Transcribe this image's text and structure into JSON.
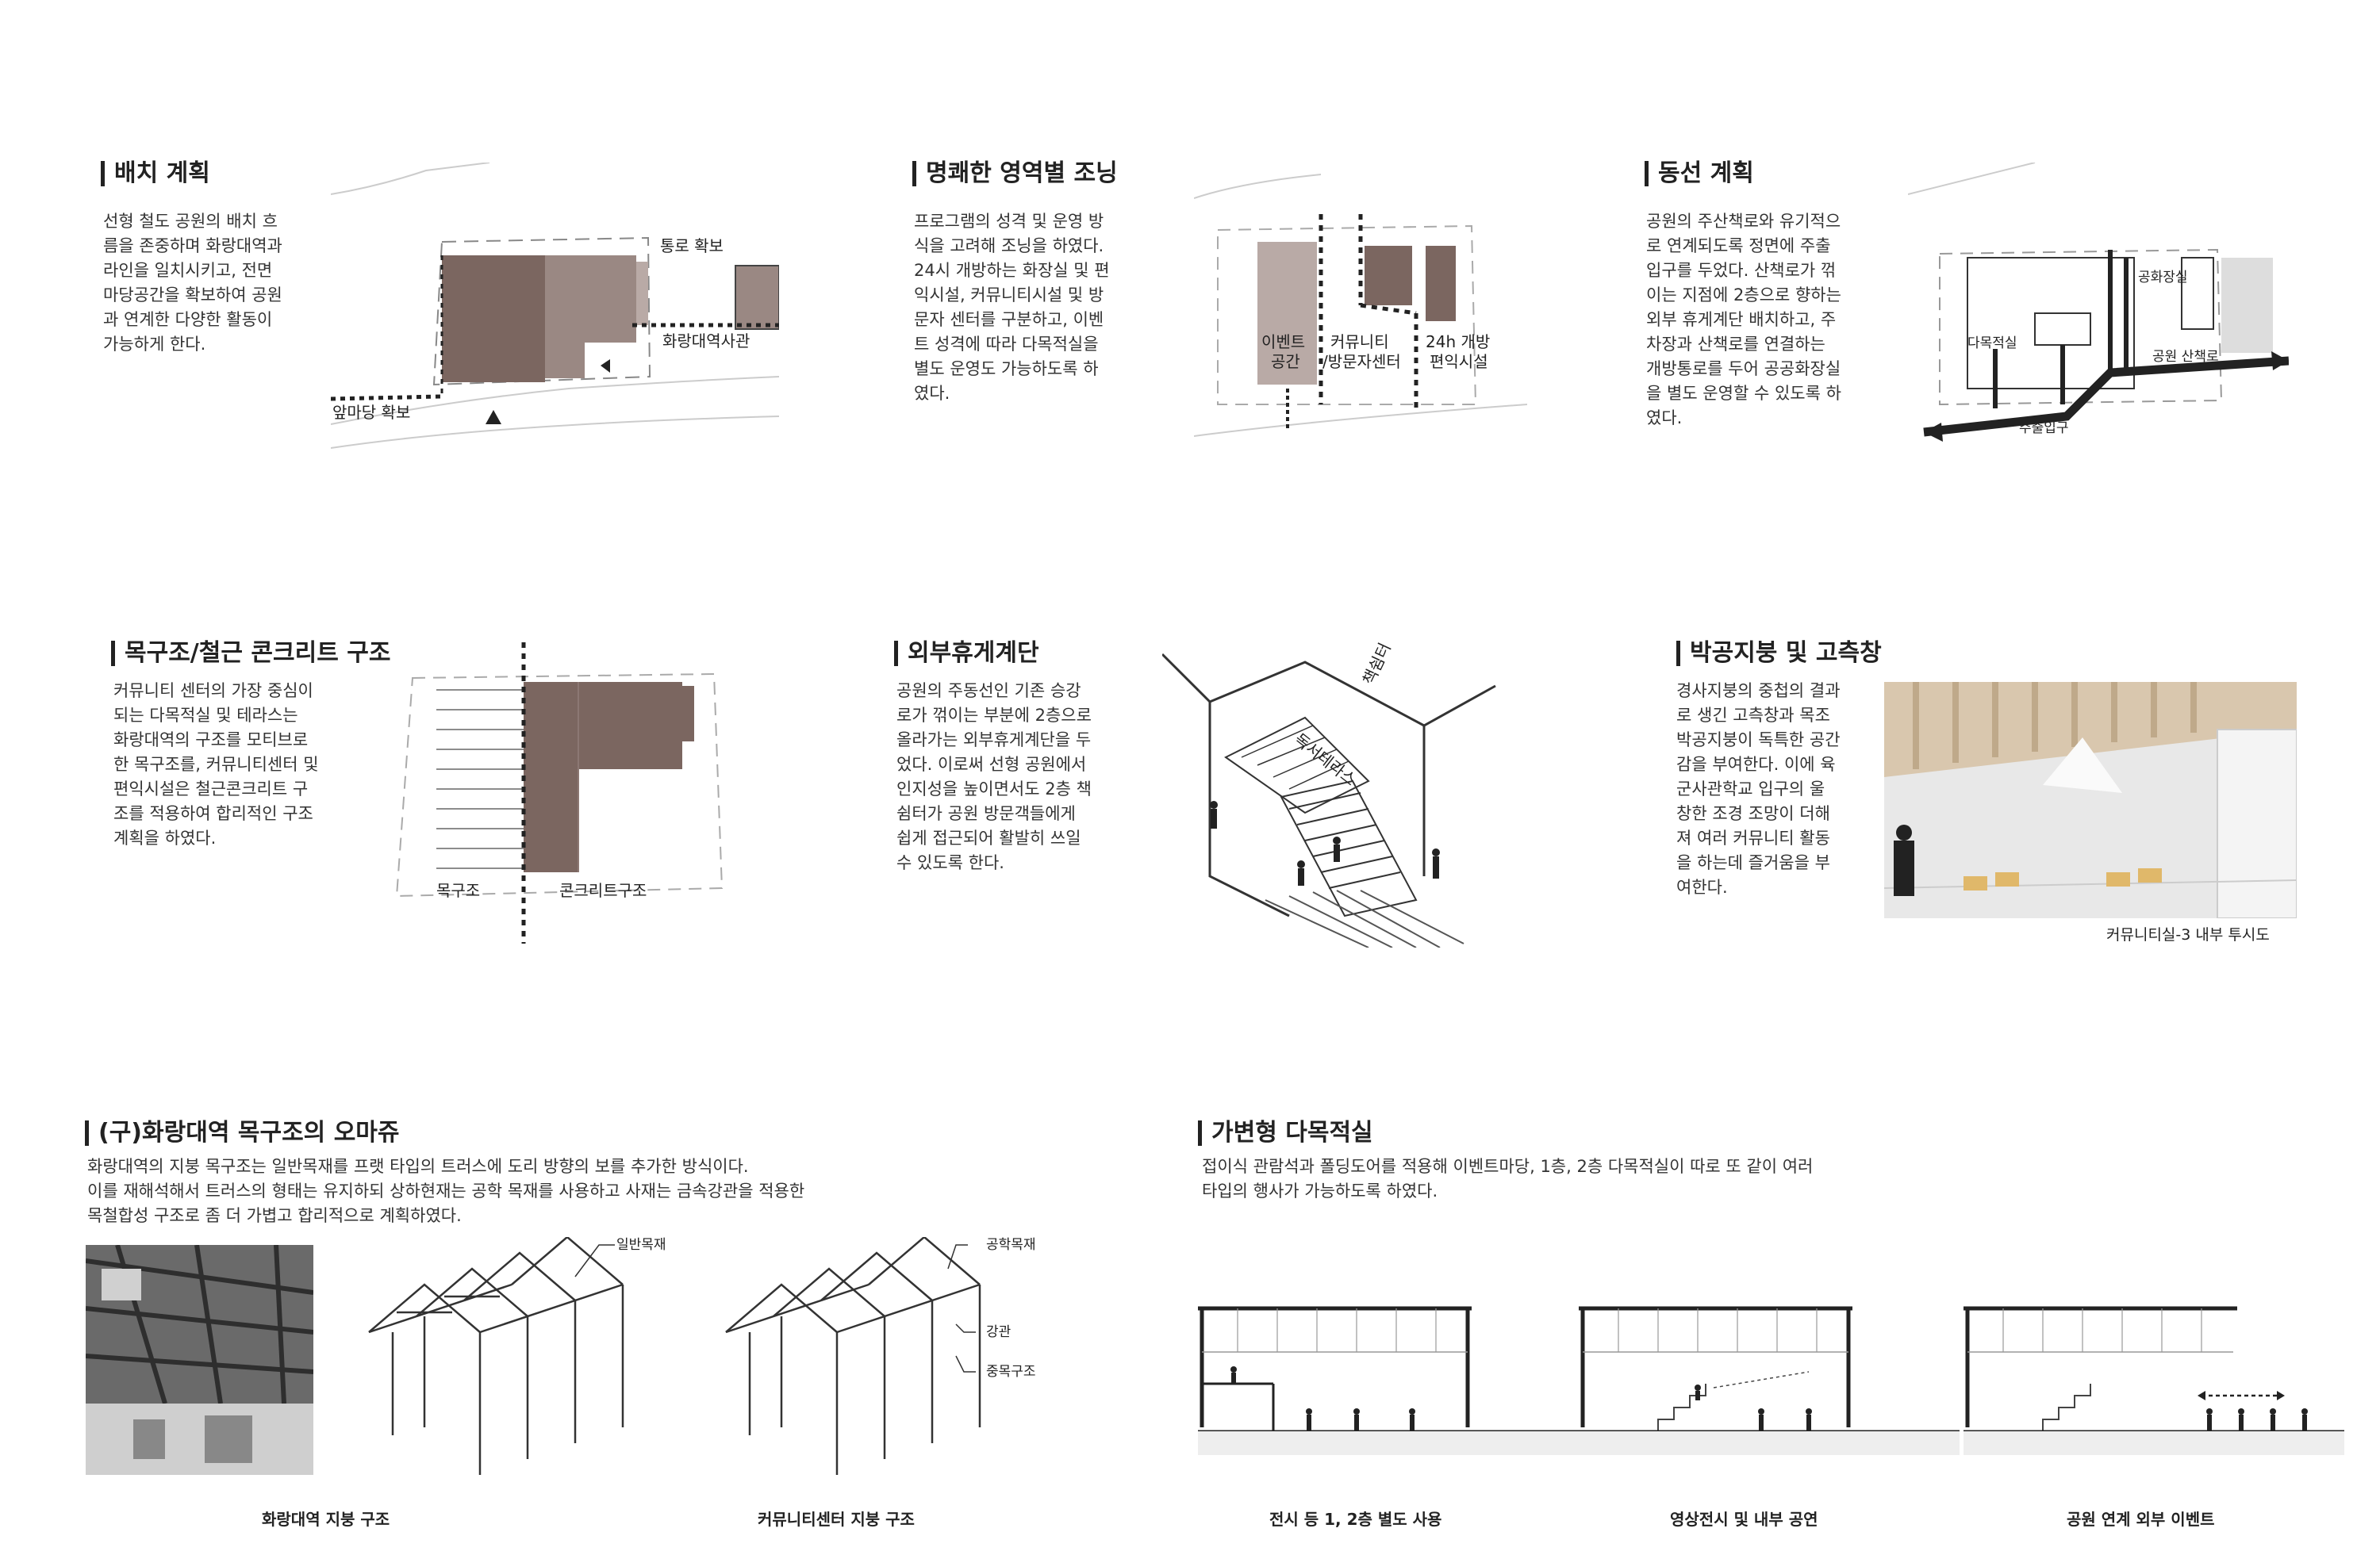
{
  "layout": {
    "title": "배치 계획",
    "text": [
      "선형 철도 공원의 배치 흐",
      "름을 존중하며 화랑대역과",
      "라인을  일치시키고,  전면",
      "마당공간을 확보하여 공원",
      "과  연계한  다양한  활동이",
      "가능하게 한다."
    ],
    "labels": {
      "passage": "통로 확보",
      "museum": "화랑대역사관",
      "yard": "앞마당 확보"
    }
  },
  "zoning": {
    "title": "명쾌한 영역별 조닝",
    "text": [
      "프로그램의 성격 및 운영 방",
      "식을 고려해 조닝을 하였다.",
      "24시 개방하는 화장실 및 편",
      "익시설, 커뮤니티시설 및 방",
      "문자 센터를 구분하고, 이벤",
      "트 성격에 따라 다목적실을",
      "별도 운영도 가능하도록 하",
      "였다."
    ],
    "labels": {
      "event_1": "이벤트",
      "event_2": "공간",
      "community_1": "커뮤니티",
      "community_2": "/방문자센터",
      "open24_1": "24h 개방",
      "open24_2": "편익시설"
    }
  },
  "circulation": {
    "title": "동선 계획",
    "text": [
      "공원의 주산책로와 유기적으",
      "로  연계되도록  정면에  주출",
      "입구를 두었다.  산책로가  꺾",
      "이는 지점에 2층으로 향하는",
      "외부  휴게계단  배치하고,  주",
      "차장과   산책로를   연결하는",
      "개방통로를 두어 공공화장실",
      "을 별도 운영할 수 있도록 하",
      "였다."
    ],
    "labels": {
      "multipurpose": "다목적실",
      "park_walk": "공원 산책로",
      "main_entrance": "주출입구",
      "toilet": "공화장실"
    }
  },
  "structure": {
    "title": "목구조/철근 콘크리트 구조",
    "text": [
      "커뮤니티 센터의 가장 중심이",
      "되는 다목적실 및 테라스는",
      "화랑대역의 구조를 모티브로",
      "한 목구조를, 커뮤니티센터 및",
      "편익시설은 철근콘크리트 구",
      "조를 적용하여 합리적인 구조",
      "계획을 하였다."
    ],
    "labels": {
      "wood": "목구조",
      "concrete": "콘크리트구조"
    }
  },
  "stairs": {
    "title": "외부휴게계단",
    "text": [
      "공원의 주동선인 기존 승강",
      "로가 꺾이는 부분에 2층으로",
      "올라가는 외부휴게계단을 두",
      "었다. 이로써 선형 공원에서",
      "인지성을 높이면서도 2층 책",
      "쉼터가 공원 방문객들에게",
      "쉽게 접근되어 활발히 쓰일",
      "수 있도록 한다."
    ],
    "labels": {
      "terrace": "독서테라스",
      "book_rest": "책쉼터"
    }
  },
  "roof": {
    "title": "박공지붕 및 고측창",
    "text": [
      "경사지붕의 중첩의 결과",
      "로 생긴 고측창과 목조",
      "박공지붕이 독특한 공간",
      "감을 부여한다. 이에 육",
      "군사관학교 입구의 울",
      "창한 조경 조망이 더해",
      "져 여러 커뮤니티 활동",
      "을 하는데 즐거움을 부",
      "여한다."
    ],
    "caption": "커뮤니티실-3 내부 투시도"
  },
  "hommage": {
    "title": "(구)화랑대역 목구조의 오마쥬",
    "text": [
      "화랑대역의 지붕 목구조는 일반목재를 프랫 타입의 트러스에 도리 방향의 보를 추가한 방식이다.",
      "이를 재해석해서 트러스의 형태는 유지하되 상하현재는 공학 목재를 사용하고 사재는 금속강관을 적용한",
      "목철합성 구조로  좀 더 가볍고 합리적으로 계획하였다."
    ],
    "labels": {
      "normal_wood": "일반목재",
      "eng_wood": "공학목재",
      "steel_pipe": "강관",
      "heavy_timber": "중목구조"
    },
    "captions": [
      "화랑대역 지붕 구조",
      "커뮤니티센터 지붕 구조"
    ]
  },
  "variable": {
    "title": "가변형 다목적실",
    "text": [
      "접이식 관람석과 폴딩도어를 적용해 이벤트마당, 1층, 2층 다목적실이 따로 또 같이 여러",
      "타입의 행사가 가능하도록 하였다."
    ],
    "captions": [
      "전시 등 1, 2층 별도 사용",
      "영상전시 및 내부 공연",
      "공원 연계 외부 이벤트"
    ]
  },
  "colors": {
    "mass_dark": "#7b6660",
    "mass_mid": "#9a8883",
    "mass_light": "#b9aaa6",
    "line": "#222222"
  }
}
